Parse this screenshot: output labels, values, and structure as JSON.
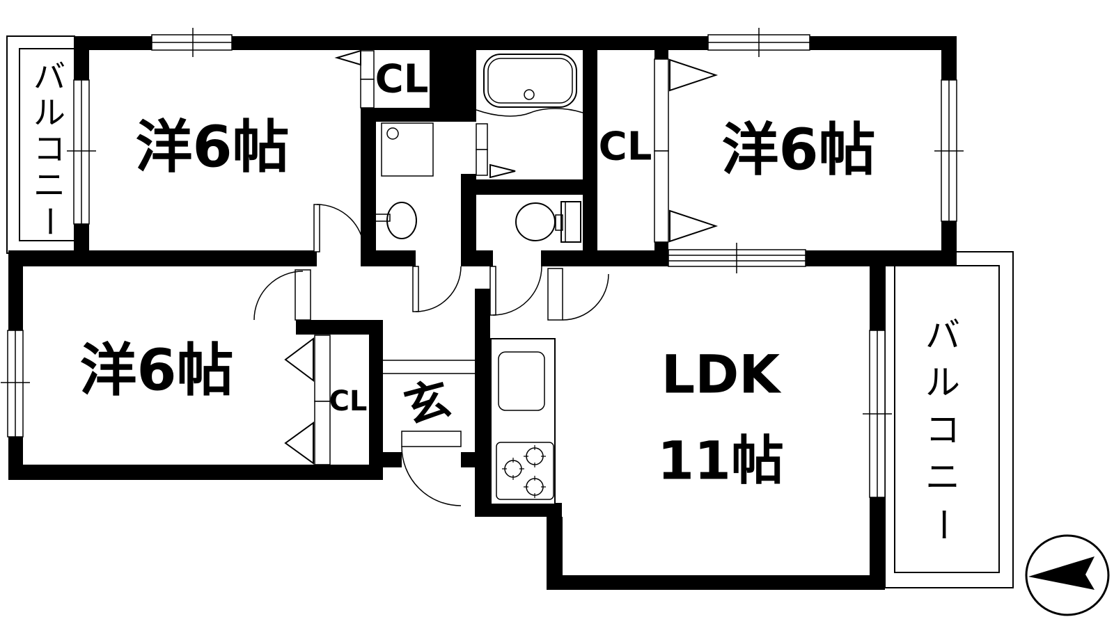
{
  "floor_plan": {
    "colors": {
      "wall": "#000000",
      "background": "#ffffff",
      "line": "#000000"
    },
    "rooms": {
      "bedroom_top_left": {
        "label": "洋6帖"
      },
      "bedroom_top_right": {
        "label": "洋6帖"
      },
      "bedroom_bottom_left": {
        "label": "洋6帖"
      },
      "ldk": {
        "label": "LDK",
        "size_label": "11帖"
      },
      "entrance": {
        "label": "玄"
      },
      "closet_top": {
        "label": "CL"
      },
      "closet_right": {
        "label": "CL"
      },
      "closet_bottom": {
        "label": "CL"
      },
      "balcony_left": {
        "label": "バルコニー",
        "chars": [
          "バ",
          "ル",
          "コ",
          "ニ",
          "ー"
        ]
      },
      "balcony_right": {
        "label": "バルコニー",
        "chars": [
          "バ",
          "ル",
          "コ",
          "ニ",
          "ー"
        ]
      }
    }
  }
}
